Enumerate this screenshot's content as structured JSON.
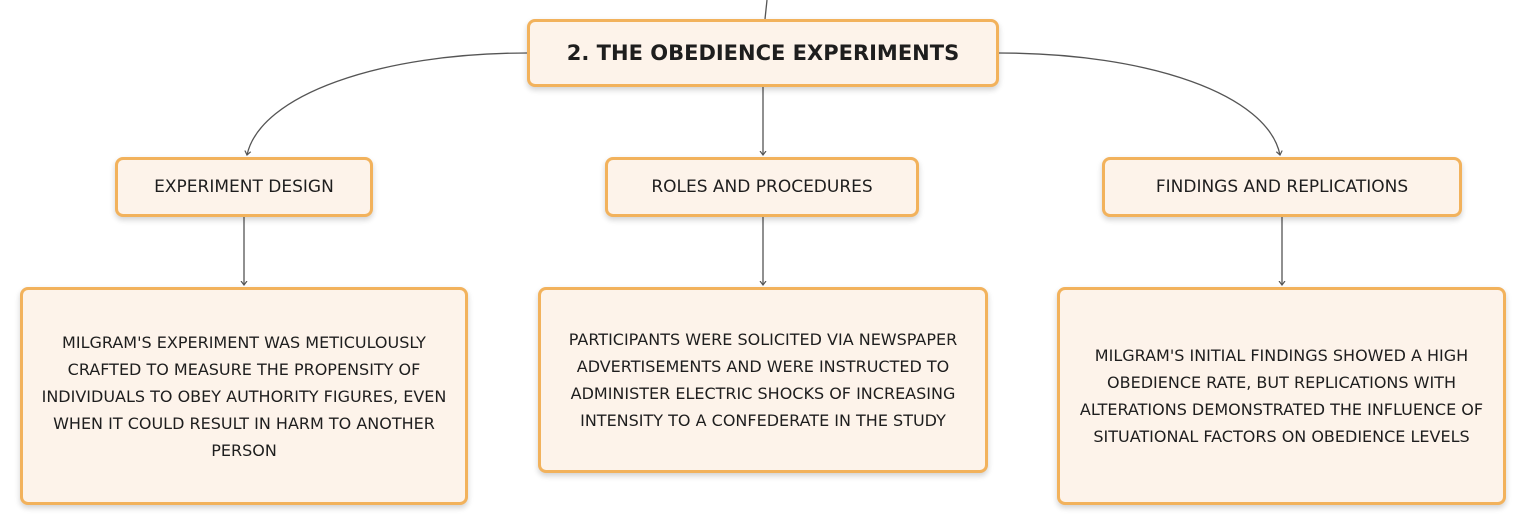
{
  "diagram": {
    "root": {
      "label": "2. THE OBEDIENCE EXPERIMENTS"
    },
    "branches": [
      {
        "label": "EXPERIMENT DESIGN",
        "detail": "MILGRAM'S EXPERIMENT WAS METICULOUSLY CRAFTED TO MEASURE THE PROPENSITY OF INDIVIDUALS TO OBEY AUTHORITY FIGURES, EVEN WHEN IT COULD RESULT IN HARM TO ANOTHER PERSON"
      },
      {
        "label": "ROLES AND PROCEDURES",
        "detail": "PARTICIPANTS WERE SOLICITED VIA NEWSPAPER ADVERTISEMENTS AND WERE INSTRUCTED TO ADMINISTER ELECTRIC SHOCKS OF INCREASING INTENSITY TO A CONFEDERATE IN THE STUDY"
      },
      {
        "label": "FINDINGS AND REPLICATIONS",
        "detail": "MILGRAM'S INITIAL FINDINGS SHOWED A HIGH OBEDIENCE RATE, BUT REPLICATIONS WITH ALTERATIONS DEMONSTRATED THE INFLUENCE OF SITUATIONAL FACTORS ON OBEDIENCE LEVELS"
      }
    ]
  },
  "colors": {
    "node_fill": "#fdf3ea",
    "node_border": "#f2b25c",
    "connector": "#555555",
    "text": "#1e1e1e"
  }
}
